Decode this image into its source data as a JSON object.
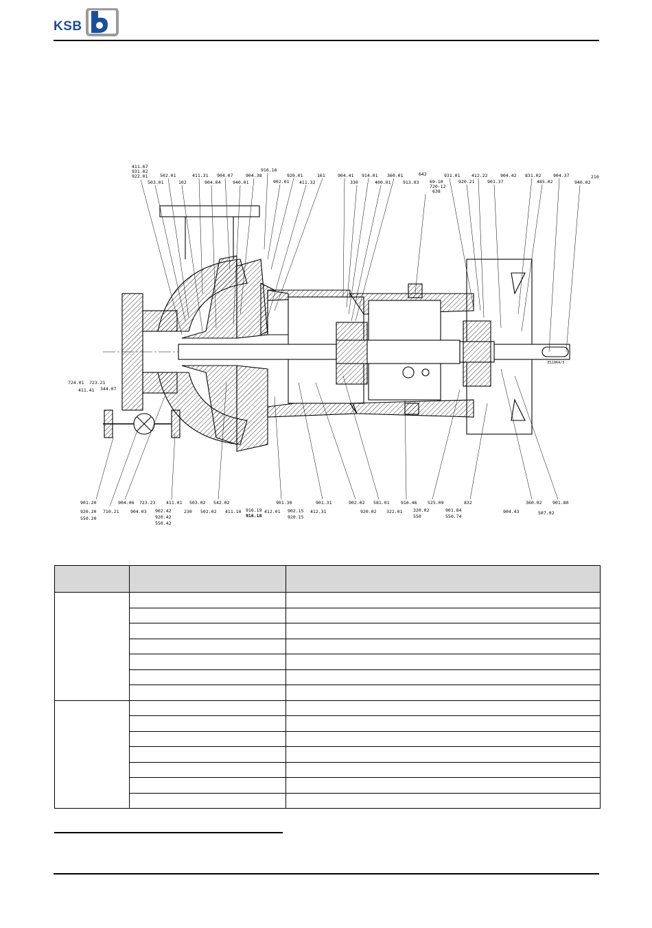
{
  "brand": {
    "name": "KSB",
    "color": "#1b4f9c"
  },
  "drawing": {
    "ref": "E11064/3",
    "labels_top": [
      "411.67",
      "931.02",
      "922.01",
      "503.01",
      "502.01",
      "102",
      "411.31",
      "904.04",
      "904.07",
      "940.01",
      "904.38",
      "916.16",
      "902.01",
      "920.01",
      "411.32",
      "161",
      "904.41",
      "330",
      "914.01",
      "400.01",
      "360.01",
      "913.03",
      "642",
      "69-10",
      "720-12",
      "638",
      "931.01",
      "920.21",
      "412.22",
      "901.37",
      "904.42",
      "831.02",
      "485.02",
      "904.37",
      "940.02",
      "210"
    ],
    "labels_left": [
      "724.01",
      "723.21",
      "411.41",
      "344.07"
    ],
    "labels_bottom": [
      "901.20",
      "920.20",
      "550.20",
      "710.21",
      "904.06",
      "904.03",
      "723.23",
      "902.42",
      "920.42",
      "550.42",
      "411.01",
      "230",
      "503.02",
      "502.02",
      "542.02",
      "411.10",
      "916.19",
      "916.18",
      "412.01",
      "901.30",
      "902.15",
      "920.15",
      "412.31",
      "901.31",
      "902.02",
      "920.02",
      "581.01",
      "322.01",
      "916.46",
      "320.02",
      "550",
      "525.09",
      "901.84",
      "550.74",
      "832",
      "904.43",
      "360.02",
      "507.02",
      "901.80"
    ]
  },
  "table": {
    "headers": [
      "",
      "",
      ""
    ],
    "groups": [
      {
        "label": "",
        "rows": 7
      },
      {
        "label": "",
        "rows": 7
      }
    ]
  }
}
